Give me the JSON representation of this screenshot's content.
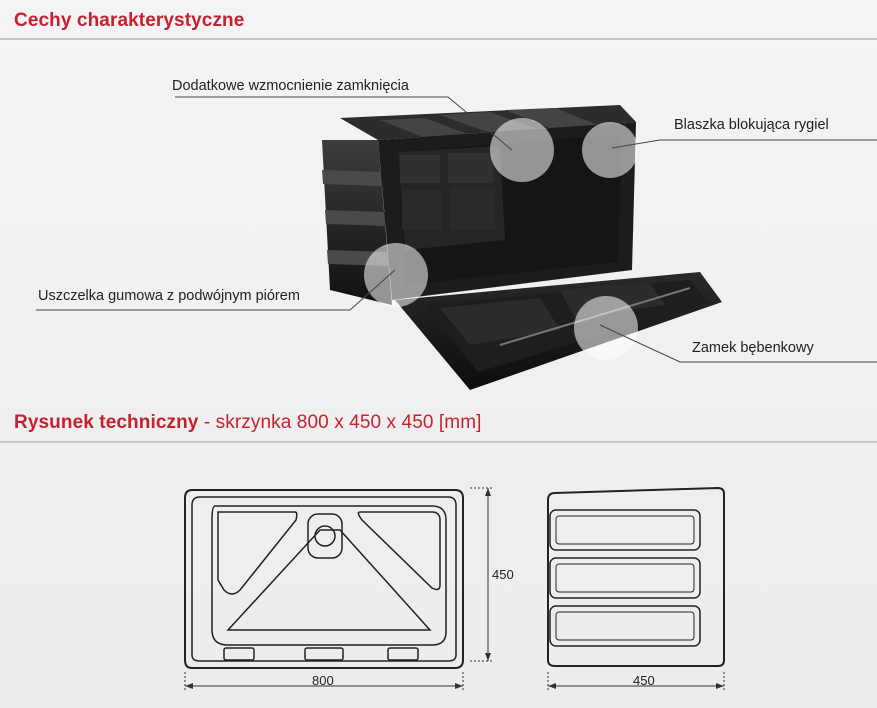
{
  "features": {
    "title": "Cechy charakterystyczne",
    "callouts": {
      "reinforcement": "Dodatkowe wzmocnienie zamknięcia",
      "blocking_plate": "Blaszka blokująca rygiel",
      "gasket": "Uszczelka gumowa z podwójnym piórem",
      "lock": "Zamek bębenkowy"
    }
  },
  "technical": {
    "title": "Rysunek techniczny",
    "subtitle": " - skrzynka 800 x 450 x 450 [mm]",
    "dims": {
      "width": "800",
      "height": "450",
      "depth": "450"
    }
  }
}
